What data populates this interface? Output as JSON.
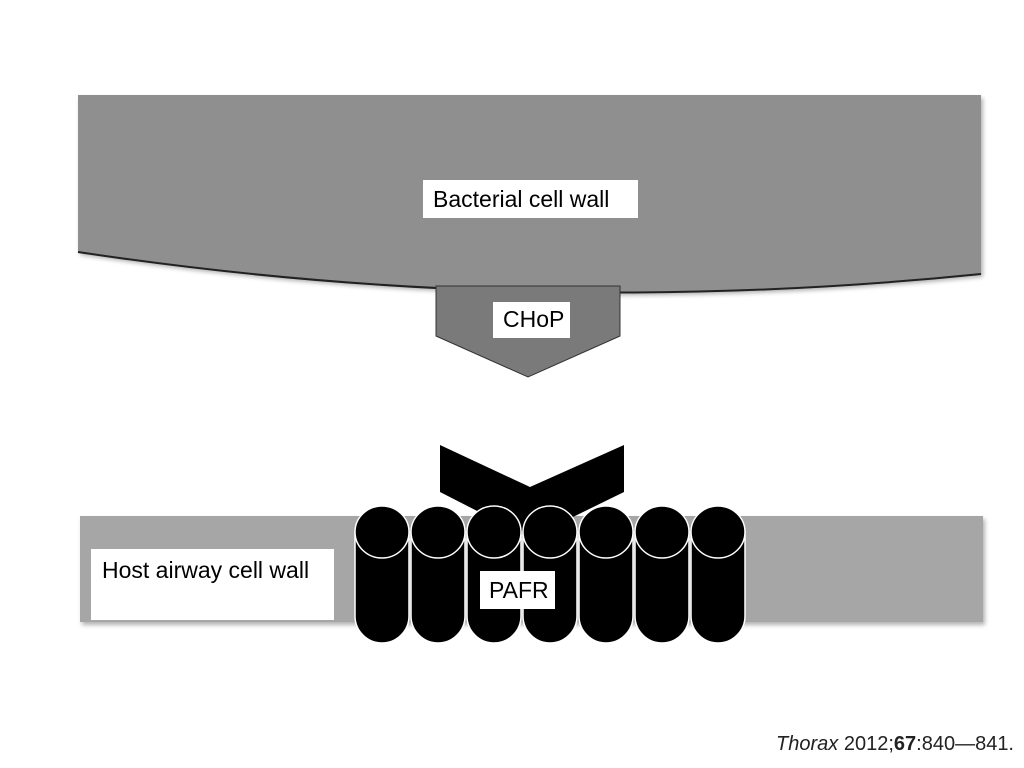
{
  "labels": {
    "bacterial_cell_wall": "Bacterial cell wall",
    "chop": "CHoP",
    "host_airway_cell_wall": "Host airway cell wall",
    "pafr": "PAFR"
  },
  "citation": {
    "journal": "Thorax",
    "year": "2012;",
    "volume": "67",
    "pages": ":840—841."
  },
  "colors": {
    "bacterial_wall": "#8f8f8f",
    "chop_arrow": "#7a7a7a",
    "host_wall": "#a6a6a6",
    "receptor": "#000000"
  }
}
